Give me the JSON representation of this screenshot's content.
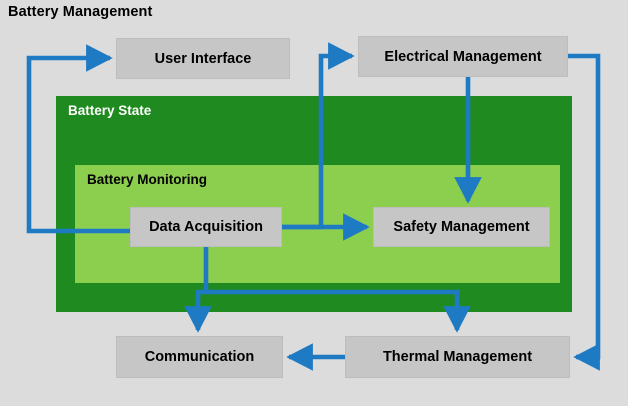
{
  "diagram": {
    "title": "Battery Management",
    "background_color": "#dcdcdc",
    "accent_color": "#1f7ac4",
    "containers": [
      {
        "id": "battery-state",
        "label": "Battery State",
        "color": "#1f8a1f",
        "text_color": "#ffffff"
      },
      {
        "id": "battery-monitoring",
        "label": "Battery Monitoring",
        "color": "#8cce4e",
        "text_color": "#000000"
      }
    ],
    "nodes": [
      {
        "id": "user-interface",
        "label": "User Interface"
      },
      {
        "id": "electrical-management",
        "label": "Electrical Management"
      },
      {
        "id": "data-acquisition",
        "label": "Data Acquisition"
      },
      {
        "id": "safety-management",
        "label": "Safety Management"
      },
      {
        "id": "communication",
        "label": "Communication"
      },
      {
        "id": "thermal-management",
        "label": "Thermal Management"
      }
    ],
    "connections": [
      {
        "from": "data-acquisition",
        "to": "user-interface"
      },
      {
        "from": "data-acquisition",
        "to": "electrical-management"
      },
      {
        "from": "data-acquisition",
        "to": "safety-management"
      },
      {
        "from": "electrical-management",
        "to": "safety-management"
      },
      {
        "from": "data-acquisition",
        "to": "communication"
      },
      {
        "from": "data-acquisition",
        "to": "thermal-management"
      },
      {
        "from": "thermal-management",
        "to": "communication"
      },
      {
        "from": "electrical-management",
        "to": "thermal-management"
      }
    ]
  }
}
